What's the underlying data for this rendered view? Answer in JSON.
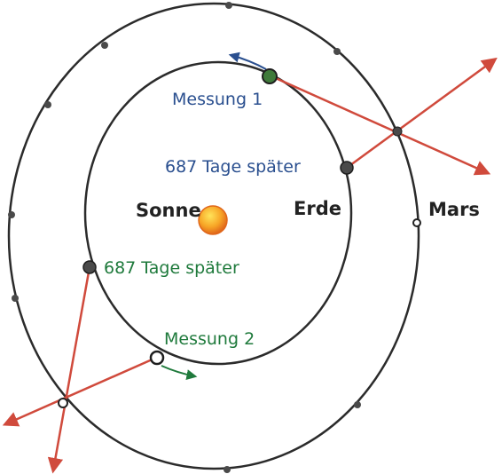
{
  "labels": {
    "sun": "Sonne",
    "earth": "Erde",
    "mars": "Mars",
    "measurement_1": "Messung 1",
    "measurement_2": "Messung 2",
    "later_1": "687 Tage später",
    "later_2": "687 Tage später"
  },
  "colors": {
    "orbit": "#2b2b2b",
    "sight_line": "#d04a3c",
    "measurement_1": "#2a4f8f",
    "measurement_2": "#1f7a3c",
    "sun_outer": "#f08a1a",
    "sun_inner": "#ffd23a",
    "planet": "#4a4a4a"
  },
  "icons": {
    "sun": "sun-circle",
    "planet": "planet-dot",
    "arrow": "arrowhead"
  }
}
